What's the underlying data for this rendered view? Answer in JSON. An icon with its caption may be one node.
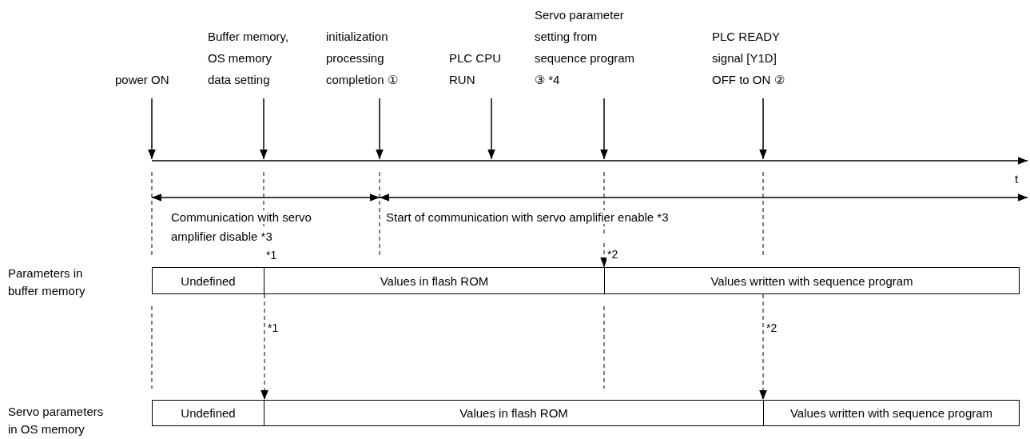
{
  "diagram": {
    "nodes": [
      {
        "text": [
          "power ON"
        ]
      },
      {
        "text": [
          "Buffer memory, OS memory data setting"
        ]
      },
      {
        "text": [
          "initialization processing completion ①"
        ]
      },
      {
        "text": [
          "PLC CPU RUN"
        ]
      },
      {
        "text": [
          "Servo parameter setting from sequence program ③ *4"
        ]
      },
      {
        "text": [
          "PLC READY signal [Y1D] OFF to ON ②"
        ]
      },
      {
        "text": [
          "Undefined"
        ]
      },
      {
        "text": [
          "Values in flash ROM"
        ]
      },
      {
        "text": [
          "Values written with sequence program"
        ]
      },
      {
        "text": [
          "Undefined"
        ]
      },
      {
        "text": [
          "Values in flash ROM"
        ]
      },
      {
        "text": [
          "Values written with sequence program"
        ]
      }
    ],
    "edges": [
      {
        "from": 0,
        "to": null,
        "arrow": "to"
      },
      {
        "from": 1,
        "to": null,
        "arrow": "to"
      },
      {
        "from": 2,
        "to": null,
        "arrow": "to"
      },
      {
        "from": 3,
        "to": null,
        "arrow": "to"
      },
      {
        "from": 4,
        "to": null,
        "arrow": "to"
      },
      {
        "from": 5,
        "to": null,
        "arrow": "to"
      },
      {
        "from": null,
        "to": 8,
        "arrow": "to",
        "label": "*2",
        "style": "dashed"
      },
      {
        "from": 7,
        "to": 10,
        "arrow": "to",
        "label": "*1",
        "style": "dashed"
      },
      {
        "from": 8,
        "to": 11,
        "arrow": "to",
        "label": "*2",
        "style": "dashed"
      }
    ],
    "labels": [
      "t",
      "Communication with servo amplifier disable *3",
      "Start of communication with servo amplifier enable *3",
      "*1",
      "Parameters in buffer memory",
      "Servo parameters in OS memory"
    ]
  }
}
